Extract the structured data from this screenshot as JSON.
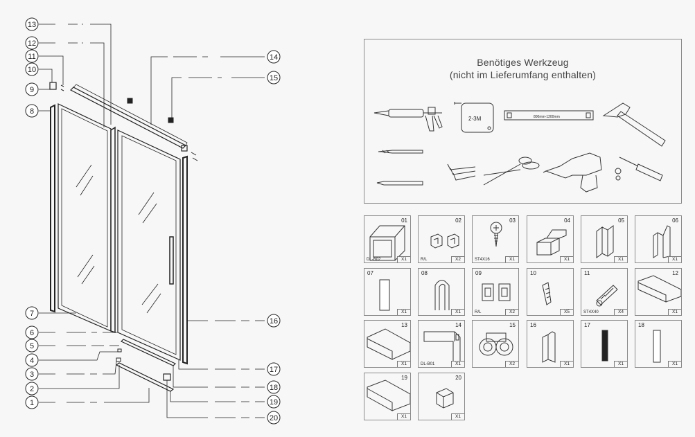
{
  "callouts": [
    "1",
    "2",
    "3",
    "4",
    "5",
    "6",
    "7",
    "8",
    "9",
    "10",
    "11",
    "12",
    "13",
    "14",
    "15",
    "16",
    "17",
    "18",
    "19",
    "20"
  ],
  "tools": {
    "title_line1": "Benötiges Werkzeug",
    "title_line2": "(nicht im Lieferumfang enthalten)",
    "tape_label": "2-3M",
    "level_label": "800mm-1200mm",
    "icons": [
      "caulking-gun-icon",
      "tape-measure-icon",
      "spirit-level-icon",
      "hammer-icon",
      "drill-bit-icon",
      "pencil-icon",
      "allen-key-icon",
      "scissors-icon",
      "cordless-drill-icon",
      "screwdriver-icon"
    ]
  },
  "parts": [
    {
      "num": "01",
      "qty": "X1",
      "label": "DL-B02"
    },
    {
      "num": "02",
      "qty": "X2",
      "label": "R/L"
    },
    {
      "num": "03",
      "qty": "X1",
      "label": "ST4X16"
    },
    {
      "num": "04",
      "qty": "X1",
      "label": ""
    },
    {
      "num": "05",
      "qty": "X1",
      "label": ""
    },
    {
      "num": "06",
      "qty": "X1",
      "label": ""
    },
    {
      "num": "07",
      "qty": "X1",
      "label": ""
    },
    {
      "num": "08",
      "qty": "X1",
      "label": ""
    },
    {
      "num": "09",
      "qty": "X2",
      "label": "R/L"
    },
    {
      "num": "10",
      "qty": "X5",
      "label": ""
    },
    {
      "num": "11",
      "qty": "X4",
      "label": "ST4X40"
    },
    {
      "num": "12",
      "qty": "X1",
      "label": ""
    },
    {
      "num": "13",
      "qty": "X1",
      "label": ""
    },
    {
      "num": "14",
      "qty": "X1",
      "label": "DL-B01"
    },
    {
      "num": "15",
      "qty": "X2",
      "label": ""
    },
    {
      "num": "16",
      "qty": "X1",
      "label": ""
    },
    {
      "num": "17",
      "qty": "X1",
      "label": ""
    },
    {
      "num": "18",
      "qty": "X1",
      "label": ""
    },
    {
      "num": "19",
      "qty": "X1",
      "label": ""
    },
    {
      "num": "20",
      "qty": "X1",
      "label": ""
    }
  ]
}
